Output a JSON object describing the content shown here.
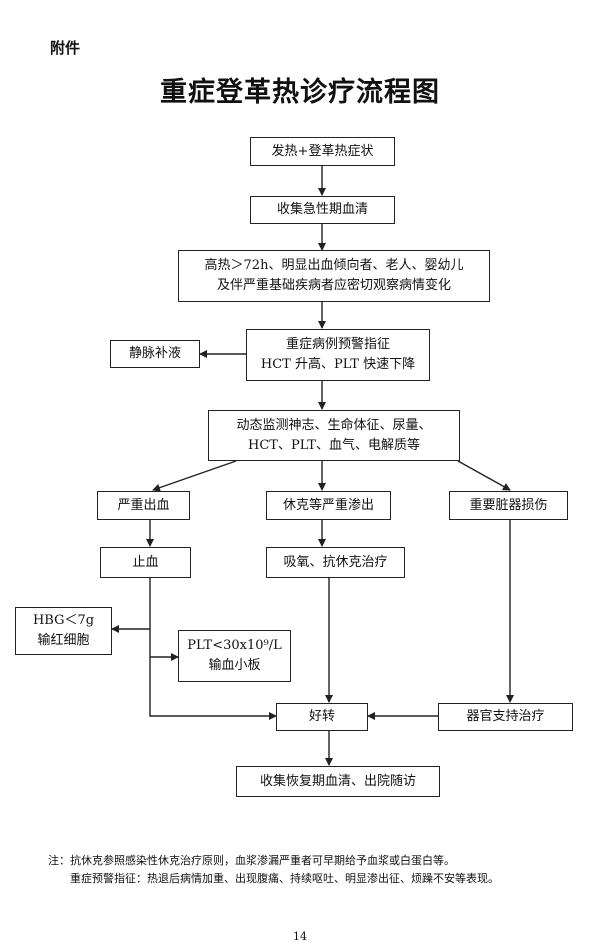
{
  "attachment_label": "附件",
  "title": "重症登革热诊疗流程图",
  "boxes": {
    "fever": "发热+登革热症状",
    "collect_serum": "收集急性期血清",
    "observe_l1": "高热＞72h、明显出血倾向者、老人、婴幼儿",
    "observe_l2": "及伴严重基础疾病者应密切观察病情变化",
    "iv": "静脉补液",
    "warning_l1": "重症病例预警指征",
    "warning_l2": "HCT 升高、PLT 快速下降",
    "monitor_l1": "动态监测神志、生命体征、尿量、",
    "monitor_l2": "HCT、PLT、血气、电解质等",
    "bleeding": "严重出血",
    "shock": "休克等严重渗出",
    "organ": "重要脏器损伤",
    "hemostasis": "止血",
    "oxygen": "吸氧、抗休克治疗",
    "hbg_l1": "HBG＜7g",
    "hbg_l2": "输红细胞",
    "plt_l1": "PLT<30x10⁹/L",
    "plt_l2": "输血小板",
    "improve": "好转",
    "organ_support": "器官支持治疗",
    "recovery": "收集恢复期血清、出院随访"
  },
  "notes": {
    "line1": "注：抗休克参照感染性休克治疗原则，血浆渗漏严重者可早期给予血浆或白蛋白等。",
    "line2": "重症预警指征：热退后病情加重、出现腹痛、持续呕吐、明显渗出征、烦躁不安等表现。"
  },
  "page_number": "14"
}
